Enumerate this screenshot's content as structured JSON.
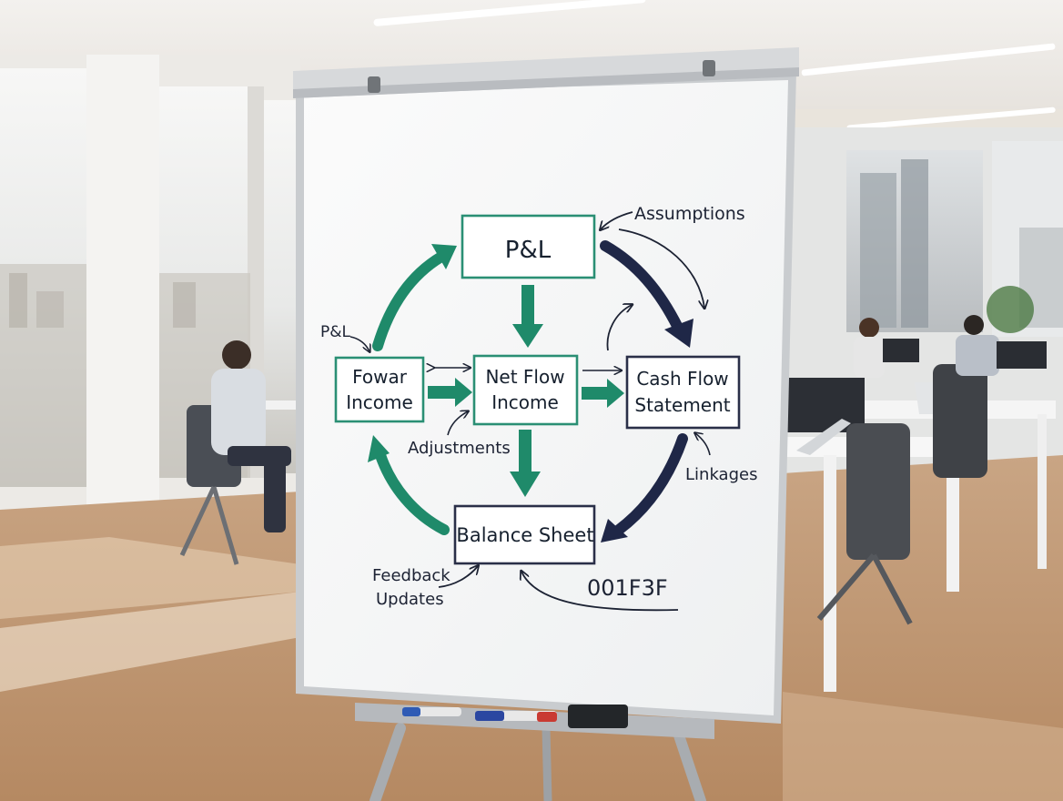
{
  "board": {
    "boxes": {
      "pl": "P&L",
      "forward_income": [
        "Fowar",
        "Income"
      ],
      "net_flow_income": [
        "Net Flow",
        "Income"
      ],
      "cash_flow_statement": [
        "Cash Flow",
        "Statement"
      ],
      "balance_sheet": "Balance Sheet"
    },
    "annotations": {
      "assumptions": "Assumptions",
      "pl_side": "P&L",
      "adjustments": "Adjustments",
      "linkages": "Linkages",
      "feedback": [
        "Feedback",
        "Updates"
      ],
      "hex_code": "001F3F"
    },
    "colors": {
      "teal": "#1f8a6a",
      "navy": "#1f2747",
      "box_border_teal": "#2a8f74",
      "box_border_navy": "#2a2f48"
    }
  }
}
